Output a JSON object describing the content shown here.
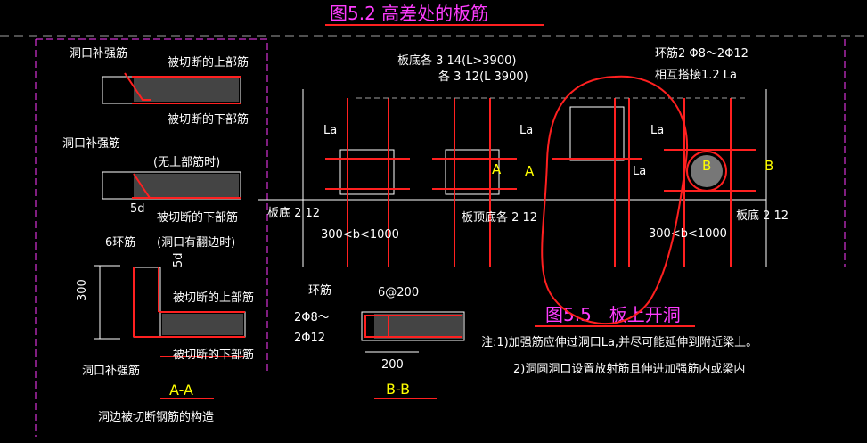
{
  "title_top": "图5.2 高差处的板筋",
  "title_right": "图5.5　板上开洞",
  "left_caption": "洞边被切断钢筋的构造",
  "section_aa": "A-A",
  "section_bb": "B-B",
  "labels": {
    "hole_rebar_1": "洞口补强筋",
    "cut_top_1": "被切断的上部筋",
    "cut_bottom_1": "被切断的下部筋",
    "hole_rebar_2": "洞口补强筋",
    "no_top": "(无上部筋时)",
    "five_d": "5d",
    "cut_bottom_2": "被切断的下部筋",
    "six_stirrup": "6环筋",
    "flange": "(洞口有翻边时)",
    "five_d_v": "5d",
    "dim_300": "300",
    "cut_top_3": "被切断的上部筋",
    "cut_bottom_3": "被切断的下部筋",
    "hole_rebar_3": "洞口补强筋",
    "bb_stirrup": "环筋",
    "bb_spacing": "6@200",
    "bb_bar_a": "2Φ8～",
    "bb_bar_b": "2Φ12",
    "bb_dim": "200",
    "slab_bottom_1": "板底各 3 14(L>3900)",
    "slab_bottom_2": "各 3 12(L 3900)",
    "ring_rebar": "环筋2 Φ8～2Φ12",
    "lap": "相互搭接1.2 La",
    "la_1": "La",
    "la_2": "La",
    "la_3": "La",
    "la_4": "La",
    "slab_left": "板底 2 12",
    "slab_top": "板顶底各 2 12",
    "slab_right": "板底 2 12",
    "b_range_1": "300<b<1000",
    "b_range_2": "300<b<1000",
    "mark_a1": "A",
    "mark_a2": "A",
    "mark_b1": "B",
    "mark_b2": "B",
    "note_1": "注:1)加强筋应伸过洞口La,并尽可能延伸到附近梁上。",
    "note_2": "2)洞圆洞口设置放射筋且伸进加强筋内或梁内"
  }
}
